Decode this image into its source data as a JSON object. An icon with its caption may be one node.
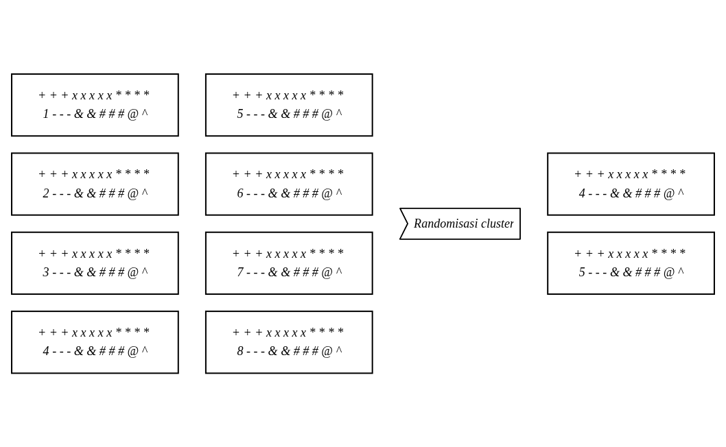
{
  "diagram": {
    "nodes": [
      {
        "text": [
          "+ + + x x x x x * * * * 1 - - - & & # # # @ ^"
        ]
      },
      {
        "text": [
          "+ + + x x x x x * * * * 5 - - - & & # # # @ ^"
        ]
      },
      {
        "text": [
          "+ + + x x x x x * * * * 2 - - - & & # # # @ ^"
        ]
      },
      {
        "text": [
          "+ + + x x x x x * * * * 6 - - - & & # # # @ ^"
        ]
      },
      {
        "text": [
          "+ + + x x x x x * * * * 3 - - - & & # # # @ ^"
        ]
      },
      {
        "text": [
          "+ + + x x x x x * * * * 7 - - - & & # # # @ ^"
        ]
      },
      {
        "text": [
          "+ + + x x x x x * * * * 4 - - - & & # # # @ ^"
        ]
      },
      {
        "text": [
          "+ + + x x x x x * * * * 8 - - - & & # # # @ ^"
        ]
      },
      {
        "text": [
          "Randomisasi cluster"
        ]
      },
      {
        "text": [
          "+ + + x x x x x * * * * 4 - - - & & # # # @ ^"
        ]
      },
      {
        "text": [
          "+ + + x x x x x * * * * 5 - - - & & # # # @ ^"
        ]
      }
    ],
    "edges": []
  }
}
